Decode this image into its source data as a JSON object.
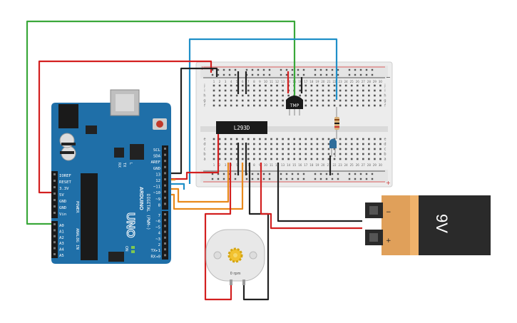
{
  "arduino": {
    "logo_text": "UNO",
    "brand_text": "ARDUINO",
    "digital_label": "DIGITAL (PWM~)",
    "analog_label": "ANALOG IN",
    "power_label": "POWER",
    "tx_label": "TX",
    "rx_label": "RX",
    "l_label": "L",
    "on_label": "ON",
    "top_header_labels": [
      "SCL",
      "SDA",
      "AREF",
      "GND",
      "13",
      "12",
      "~11",
      "~10",
      "~9",
      "8"
    ],
    "bottom_header_labels": [
      "7",
      "~6",
      "~5",
      "4",
      "~3",
      "2",
      "TX▸1",
      "RX◂0"
    ],
    "power_header_labels": [
      "IOREF",
      "RESET",
      "3.3V",
      "5V",
      "GND",
      "GND",
      "Vin"
    ],
    "analog_header_labels": [
      "A0",
      "A1",
      "A2",
      "A3",
      "A4",
      "A5"
    ]
  },
  "breadboard": {
    "row_letters_top": [
      "j",
      "i",
      "h",
      "g",
      "f"
    ],
    "row_letters_bottom": [
      "e",
      "d",
      "c",
      "b",
      "a"
    ],
    "column_numbers": [
      "1",
      "2",
      "3",
      "4",
      "5",
      "6",
      "7",
      "8",
      "9",
      "10",
      "11",
      "12",
      "13",
      "14",
      "15",
      "16",
      "17",
      "18",
      "19",
      "20",
      "21",
      "22",
      "23",
      "24",
      "25",
      "26",
      "27",
      "28",
      "29",
      "30"
    ],
    "plus_sign": "+",
    "minus_sign": "−"
  },
  "components": {
    "driver_chip_label": "L293D",
    "sensor_label": "TMP",
    "battery_label": "9V",
    "battery_plus": "+",
    "battery_minus": "−",
    "motor_label": "0 rpm"
  },
  "colors": {
    "arduino_board": "#1f6fa8",
    "breadboard": "#ececec",
    "wire_red": "#d32020",
    "wire_black": "#222222",
    "wire_green": "#3aa83a",
    "wire_blue": "#1f8fc8",
    "wire_orange": "#e8891b",
    "battery_body": "#2a2a2a",
    "battery_label": "#e0a05a"
  }
}
